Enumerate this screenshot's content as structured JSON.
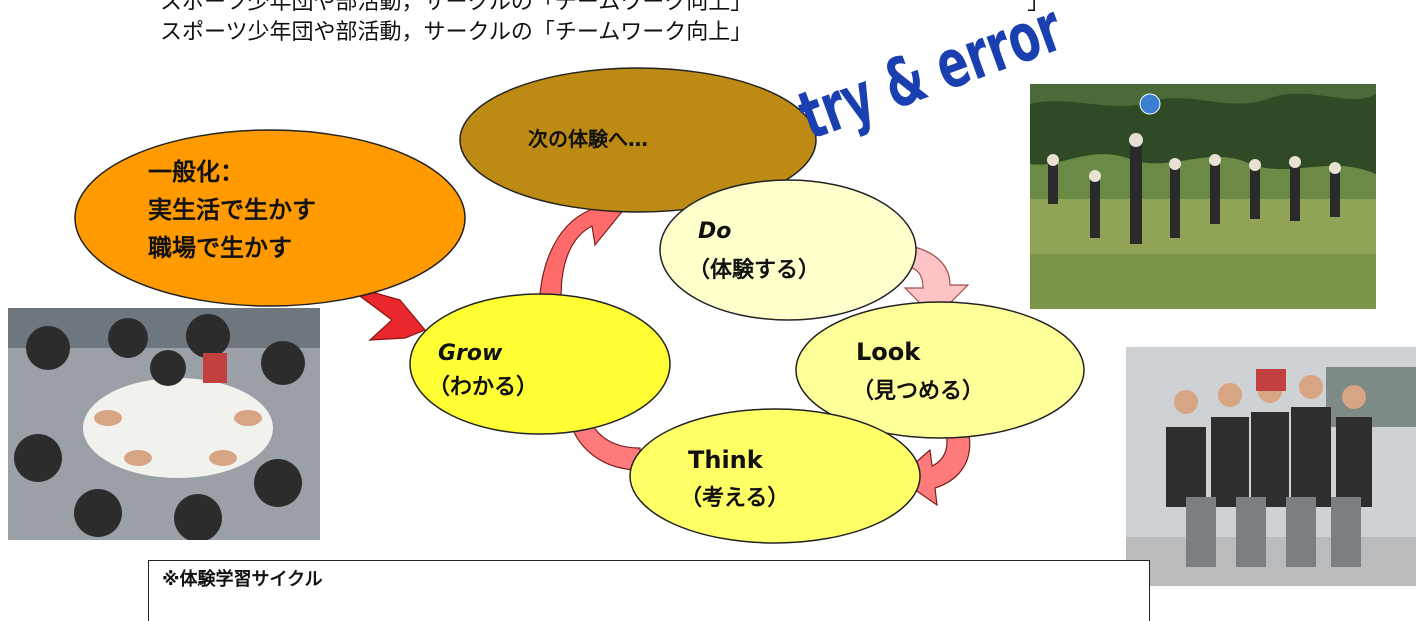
{
  "header": {
    "cut_line": "スポーツ少年団や部活動，サークルの「チームワーク向上」　　　　　　　　　　　　　」",
    "line": "スポーツ少年団や部活動，サークルの「チームワーク向上」"
  },
  "try_error": "try & error",
  "nodes": {
    "next": "次の体験へ…",
    "generalize": [
      "一般化：",
      "実生活で生かす",
      "職場で生かす"
    ],
    "do": [
      "Do",
      "（体験する）"
    ],
    "look": [
      "Look",
      "（見つめる）"
    ],
    "think": [
      "Think",
      "（考える）"
    ],
    "grow": [
      "Grow",
      "（わかる）"
    ]
  },
  "note": {
    "title": "※体験学習サイクル"
  },
  "colors": {
    "next_fill": "#bd8a14",
    "generalize_fill": "#ff9a00",
    "do_fill": "#ffffcc",
    "look_fill": "#ffff99",
    "think_fill": "#ffff66",
    "grow_fill": "#ffff33",
    "arrow_red": "#e8282c",
    "arrow_pink": "#f26b6b",
    "arrow_light": "#f9bcbc",
    "try_error": "#1a3fb0"
  },
  "photos": [
    {
      "name": "outdoor-ball-game-photo"
    },
    {
      "name": "group-floor-activity-photo"
    },
    {
      "name": "human-chair-photo"
    }
  ]
}
